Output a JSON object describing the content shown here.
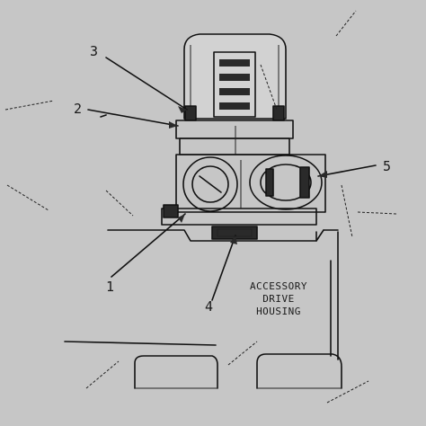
{
  "callouts": {
    "c1": "1",
    "c2": "2",
    "c3": "3",
    "c4": "4",
    "c5": "5"
  },
  "housing_label": {
    "line1": "ACCESSORY",
    "line2": "DRIVE",
    "line3": "HOUSING"
  }
}
